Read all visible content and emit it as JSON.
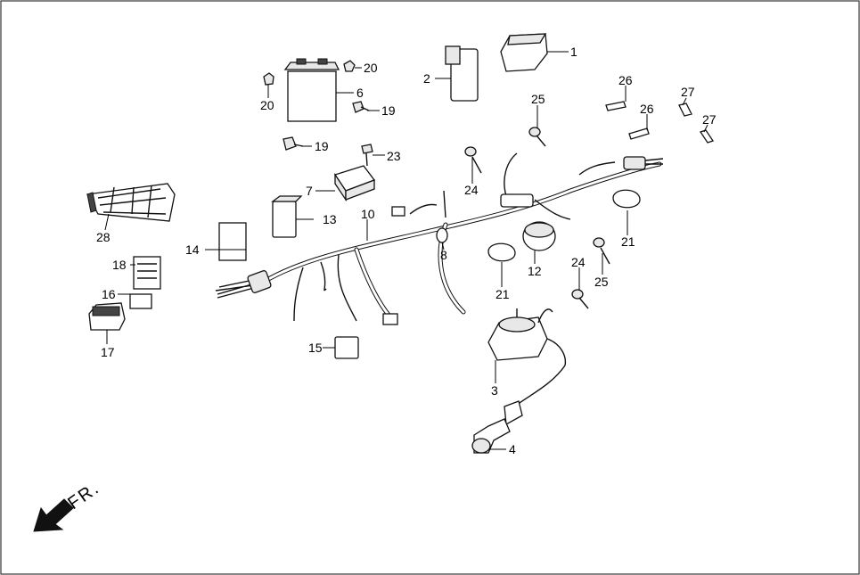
{
  "direction_label": "FR.",
  "callouts": {
    "c1": "1",
    "c2": "2",
    "c3": "3",
    "c4": "4",
    "c6": "6",
    "c7": "7",
    "c8": "8",
    "c10": "10",
    "c12": "12",
    "c13": "13",
    "c14": "14",
    "c15": "15",
    "c16": "16",
    "c17": "17",
    "c18": "18",
    "c19a": "19",
    "c19b": "19",
    "c20a": "20",
    "c20b": "20",
    "c21a": "21",
    "c21b": "21",
    "c23": "23",
    "c24a": "24",
    "c24b": "24",
    "c25a": "25",
    "c25b": "25",
    "c26a": "26",
    "c26b": "26",
    "c27a": "27",
    "c27b": "27",
    "c28": "28"
  }
}
